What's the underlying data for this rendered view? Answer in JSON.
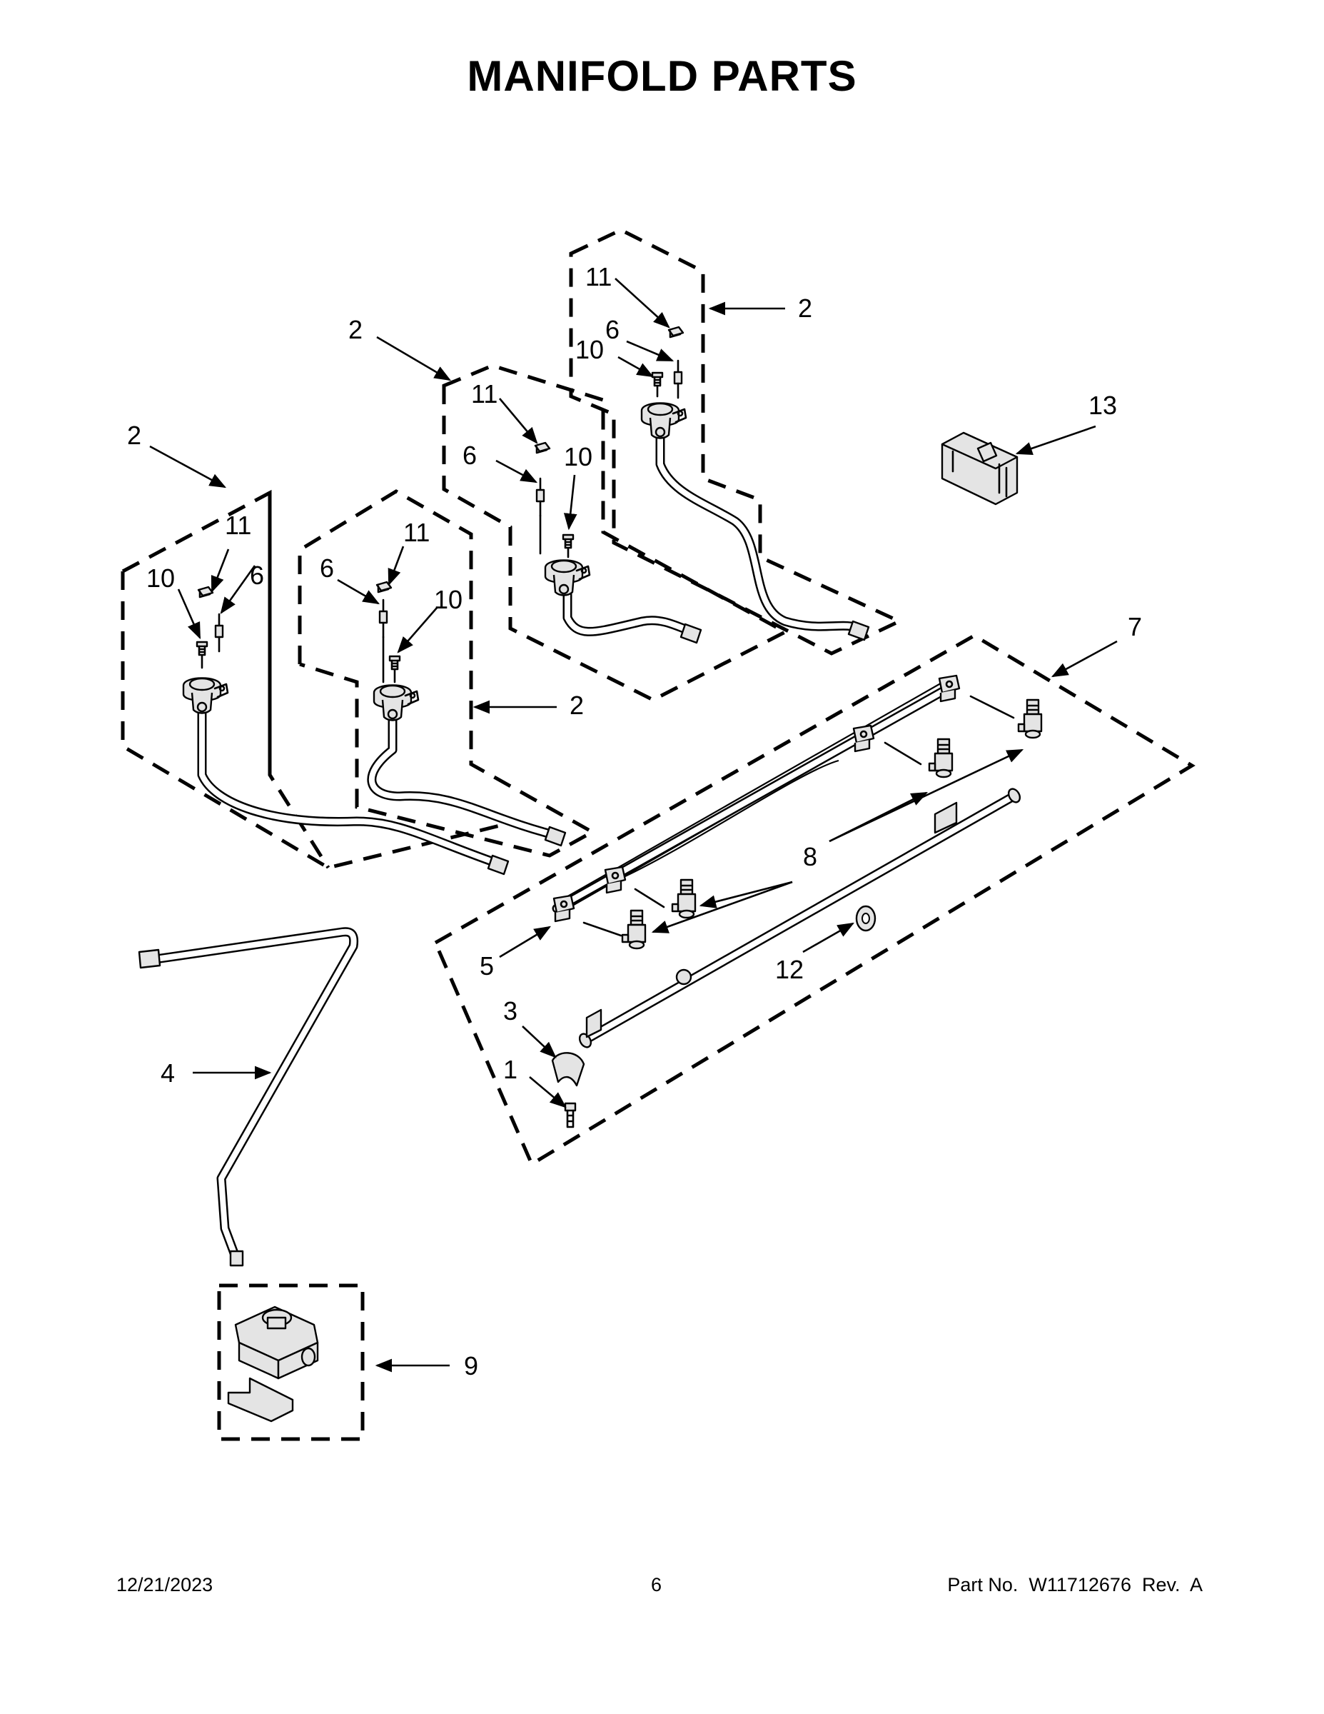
{
  "title": "MANIFOLD PARTS",
  "footer": {
    "date": "12/21/2023",
    "page": "6",
    "part_label": "Part No.  W11712676  Rev.  A"
  },
  "callouts": {
    "c1": "1",
    "c2a": "2",
    "c2b": "2",
    "c2c": "2",
    "c2d": "2",
    "c3": "3",
    "c4": "4",
    "c5": "5",
    "c6a": "6",
    "c6b": "6",
    "c6c": "6",
    "c6d": "6",
    "c7": "7",
    "c8": "8",
    "c9": "9",
    "c10a": "10",
    "c10b": "10",
    "c10c": "10",
    "c10d": "10",
    "c11a": "11",
    "c11b": "11",
    "c11c": "11",
    "c11d": "11",
    "c12": "12",
    "c13": "13"
  }
}
